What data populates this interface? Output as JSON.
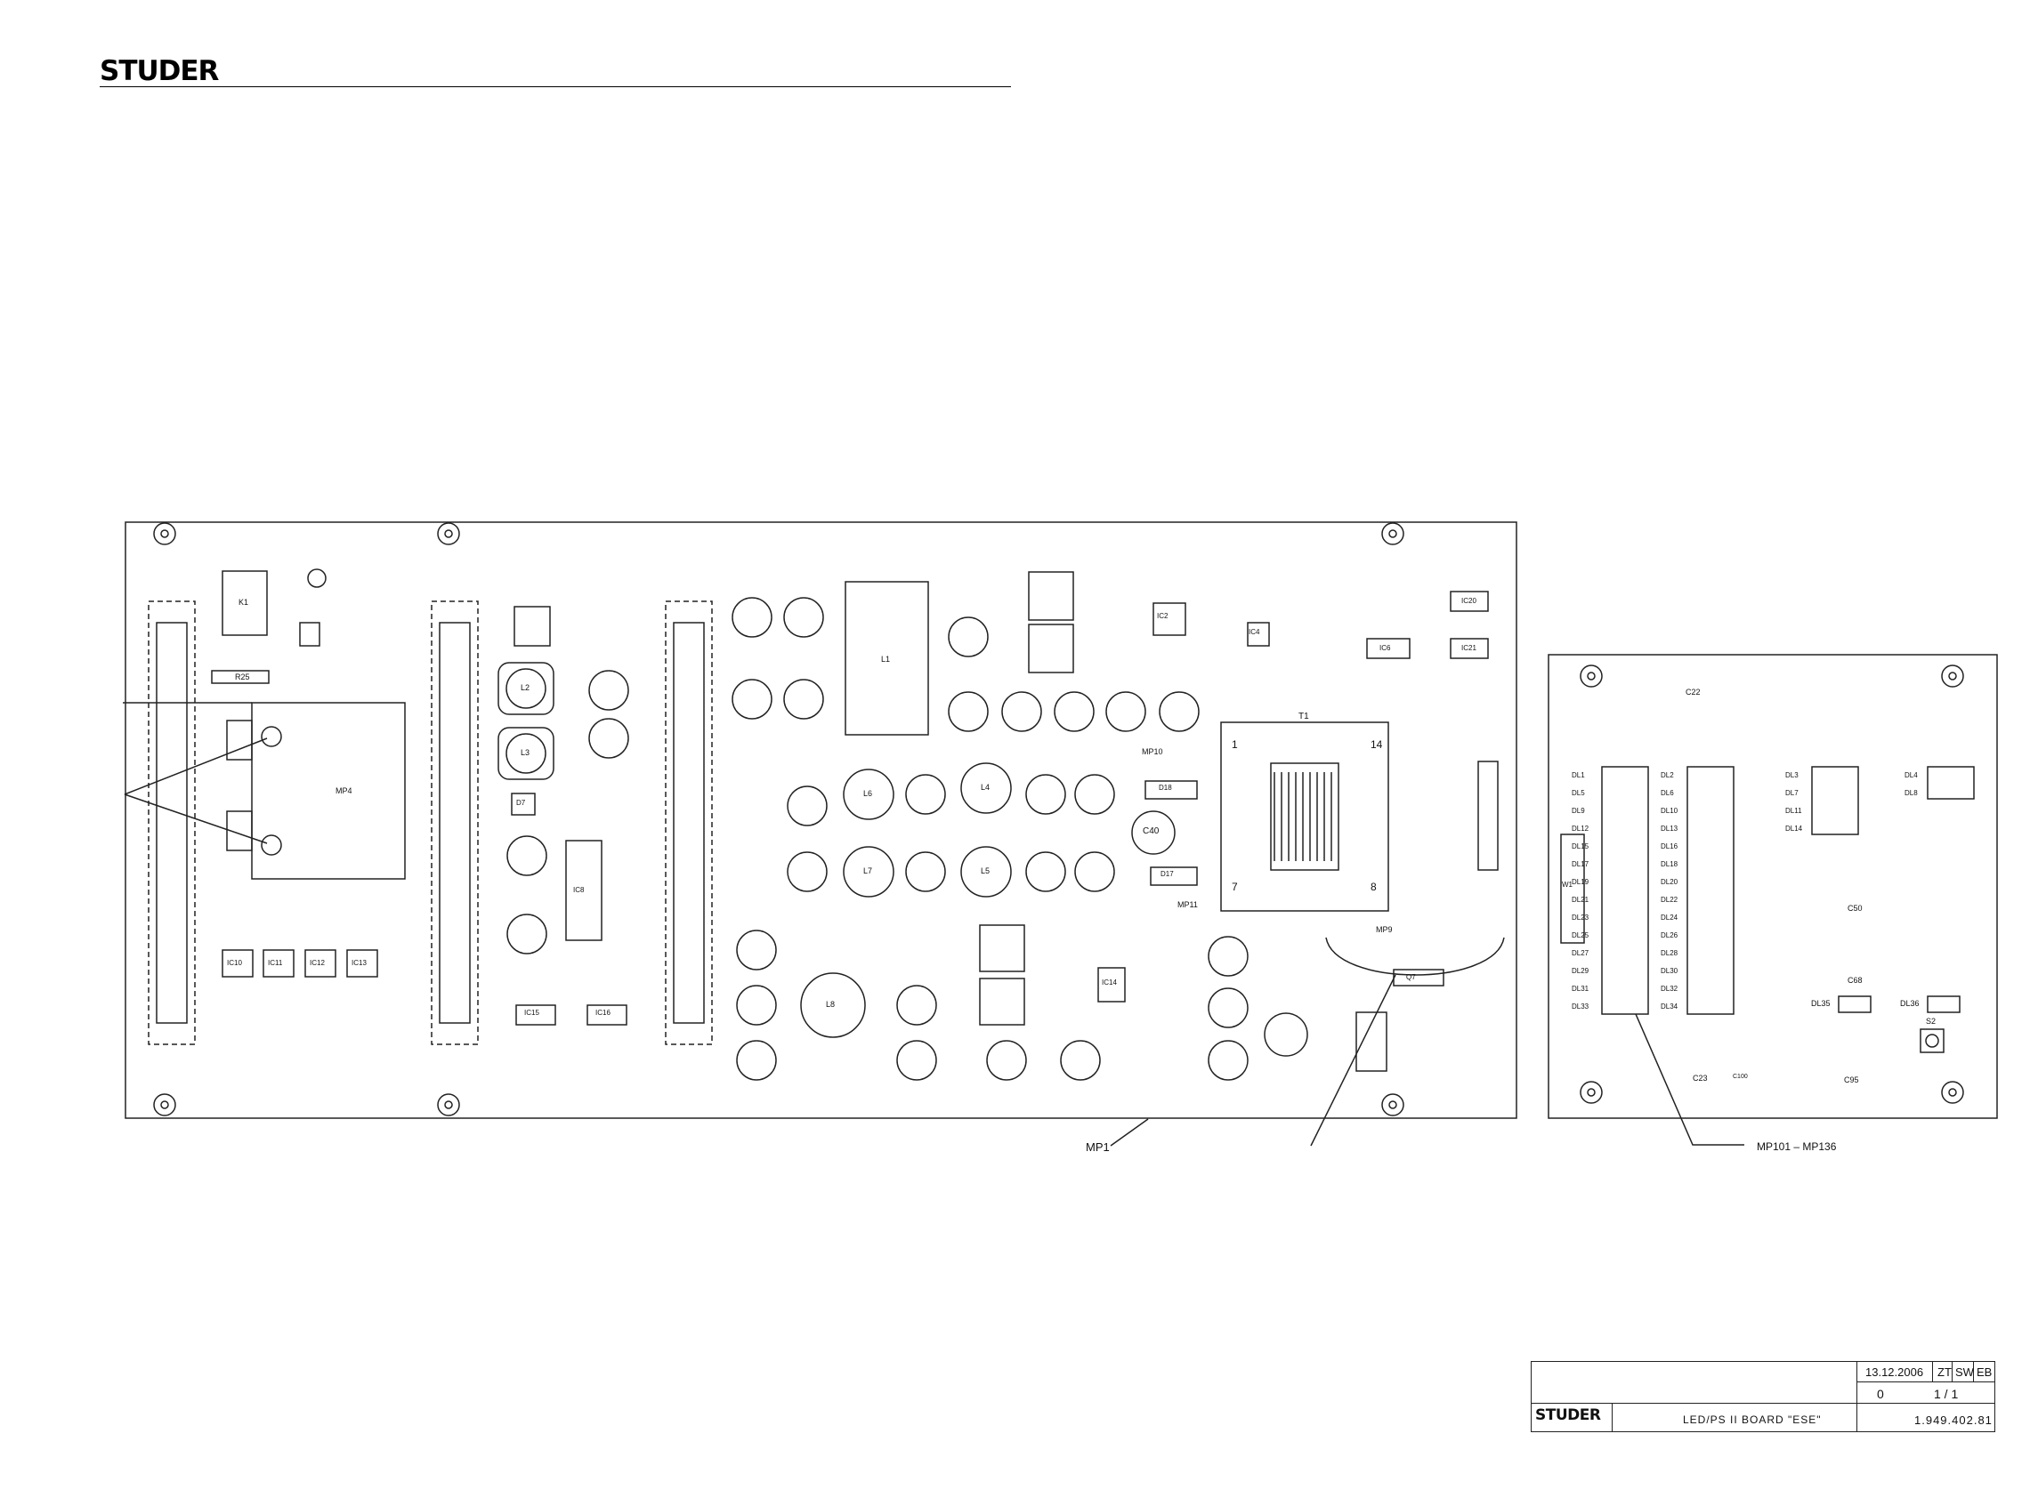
{
  "header": {
    "logo_text": "STUDER"
  },
  "main_board": {
    "callouts": {
      "mp1": "MP1",
      "mp4": "MP4",
      "mp9": "MP9",
      "mp10": "MP10",
      "mp11": "MP11",
      "k1": "K1",
      "l1": "L1",
      "t1": "T1",
      "ic2": "IC2",
      "ic4": "IC4",
      "ic6": "IC6",
      "ic20": "IC20",
      "ic21": "IC21",
      "ic8": "IC8",
      "ic10": "IC10",
      "ic11": "IC11",
      "ic12": "IC12",
      "ic13": "IC13",
      "ic14": "IC14",
      "ic15": "IC15",
      "ic16": "IC16",
      "r25": "R25",
      "l2": "L2",
      "l3": "L3",
      "l4": "L4",
      "l5": "L5",
      "l6": "L6",
      "l7": "L7",
      "l8": "L8",
      "c40": "C40",
      "d7": "D7",
      "q7": "Q7",
      "d17": "D17",
      "d18": "D18"
    },
    "transformer_pins": [
      "1",
      "14",
      "7",
      "8"
    ]
  },
  "led_board": {
    "callout": "MP101 – MP136",
    "w1": "W1",
    "s2": "S2",
    "dl_col1": [
      "DL1",
      "DL5",
      "DL9",
      "DL12",
      "DL15",
      "DL17",
      "DL19",
      "DL21",
      "DL23",
      "DL25",
      "DL27",
      "DL29",
      "DL31",
      "DL33"
    ],
    "dl_col2": [
      "DL2",
      "DL6",
      "DL10",
      "DL13",
      "DL16",
      "DL18",
      "DL20",
      "DL22",
      "DL24",
      "DL26",
      "DL28",
      "DL30",
      "DL32",
      "DL34"
    ],
    "dl_col3": [
      "DL3",
      "DL7",
      "DL11",
      "DL14"
    ],
    "dl_col4": [
      "DL4",
      "DL8"
    ],
    "dl_35": "DL35",
    "dl_36": "DL36",
    "c22": "C22",
    "c23": "C23",
    "c50": "C50",
    "c68": "C68",
    "c95": "C95",
    "c100": "C100"
  },
  "title_block": {
    "logo_text": "STUDER",
    "date": "13.12.2006",
    "initials": [
      "ZT",
      "SW",
      "EB"
    ],
    "index": "0",
    "page": "1 / 1",
    "title": "LED/PS II BOARD \"ESE\"",
    "document_number": "1.949.402.81"
  }
}
